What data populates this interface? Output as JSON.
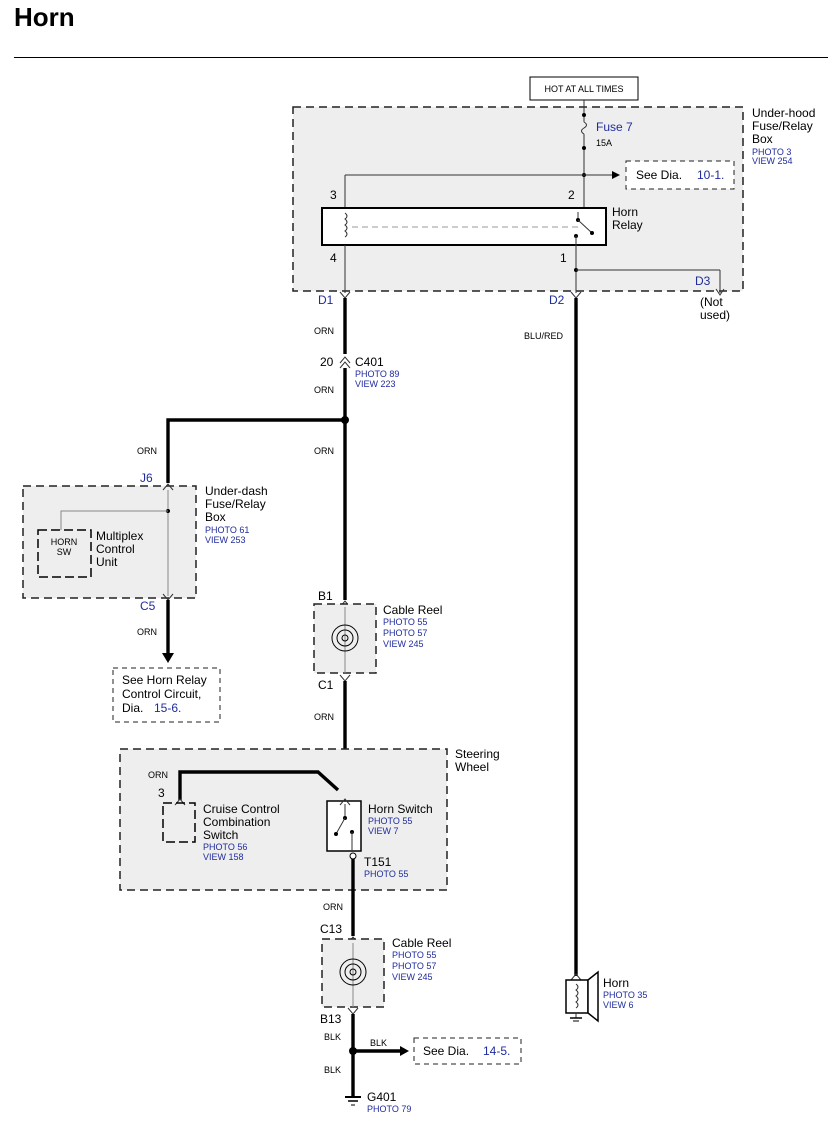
{
  "title": "Horn",
  "hot_label": "HOT AT ALL TIMES",
  "fuse_box": {
    "lines": [
      "Under-hood",
      "Fuse/Relay",
      "Box"
    ],
    "photo": "PHOTO 3",
    "view": "VIEW 254"
  },
  "fuse": {
    "name": "Fuse 7",
    "rating": "15A"
  },
  "see_dia_top": {
    "prefix": "See Dia.",
    "ref": "10-1."
  },
  "relay": {
    "lines": [
      "Horn",
      "Relay"
    ],
    "pin3": "3",
    "pin2": "2",
    "pin4": "4",
    "pin1": "1"
  },
  "connectors": {
    "d1": "D1",
    "d2": "D2",
    "d3": "D3",
    "not_used_1": "(Not",
    "not_used_2": "used)"
  },
  "wires": {
    "orn": "ORN",
    "blu_red": "BLU/RED",
    "blk": "BLK"
  },
  "c401": {
    "pin": "20",
    "name": "C401",
    "photo": "PHOTO 89",
    "view": "VIEW 223"
  },
  "underdash": {
    "j6": "J6",
    "c5": "C5",
    "lines": [
      "Under-dash",
      "Fuse/Relay",
      "Box"
    ],
    "photo": "PHOTO 61",
    "view": "VIEW 253",
    "horn_sw_1": "HORN",
    "horn_sw_2": "SW",
    "mcu": [
      "Multiplex",
      "Control",
      "Unit"
    ]
  },
  "see_horn_relay": {
    "line1": "See Horn Relay",
    "line2": "Control Circuit,",
    "prefix": "Dia.",
    "ref": "15-6."
  },
  "cable_reel_1": {
    "b1": "B1",
    "c1": "C1",
    "name": "Cable Reel",
    "photo1": "PHOTO 55",
    "photo2": "PHOTO 57",
    "view": "VIEW 245"
  },
  "steering": {
    "lines": [
      "Steering",
      "Wheel"
    ],
    "pin3": "3",
    "cruise": [
      "Cruise Control",
      "Combination",
      "Switch"
    ],
    "cruise_photo": "PHOTO 56",
    "cruise_view": "VIEW 158",
    "horn_switch": "Horn Switch",
    "horn_photo": "PHOTO 55",
    "horn_view": "VIEW 7",
    "t151": "T151",
    "t151_photo": "PHOTO 55"
  },
  "cable_reel_2": {
    "c13": "C13",
    "b13": "B13",
    "name": "Cable Reel",
    "photo1": "PHOTO 55",
    "photo2": "PHOTO 57",
    "view": "VIEW 245"
  },
  "see_dia_bottom": {
    "prefix": "See Dia.",
    "ref": "14-5."
  },
  "ground": {
    "name": "G401",
    "photo": "PHOTO 79"
  },
  "horn": {
    "name": "Horn",
    "photo": "PHOTO 35",
    "view": "VIEW 6"
  },
  "colors": {
    "link_blue": "#1f2c9c",
    "module_fill": "#eeeeee"
  }
}
